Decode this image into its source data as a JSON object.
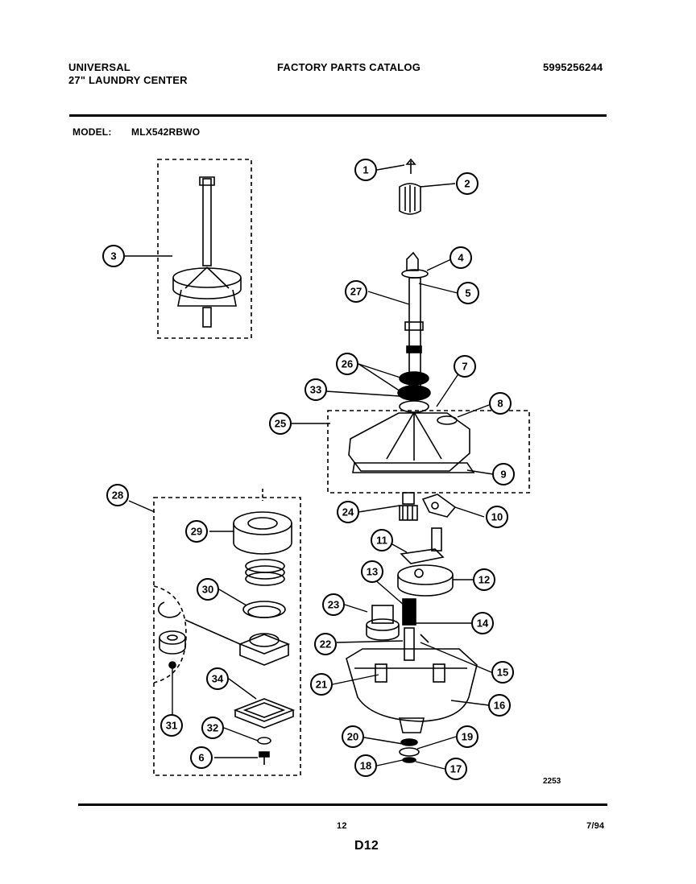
{
  "header": {
    "brand": "UNIVERSAL",
    "product": "27\" LAUNDRY CENTER",
    "catalog_title": "FACTORY PARTS CATALOG",
    "catalog_number": "5995256244",
    "model_label": "MODEL:",
    "model_value": "MLX542RBWO"
  },
  "diagram": {
    "drawing_number": "2253",
    "callouts": [
      "1",
      "2",
      "3",
      "4",
      "5",
      "27",
      "26",
      "7",
      "33",
      "8",
      "25",
      "9",
      "28",
      "24",
      "10",
      "29",
      "11",
      "13",
      "12",
      "30",
      "23",
      "14",
      "22",
      "15",
      "21",
      "16",
      "34",
      "31",
      "32",
      "20",
      "19",
      "6",
      "18",
      "17"
    ]
  },
  "footer": {
    "page_number": "12",
    "date": "7/94",
    "section": "D12"
  }
}
